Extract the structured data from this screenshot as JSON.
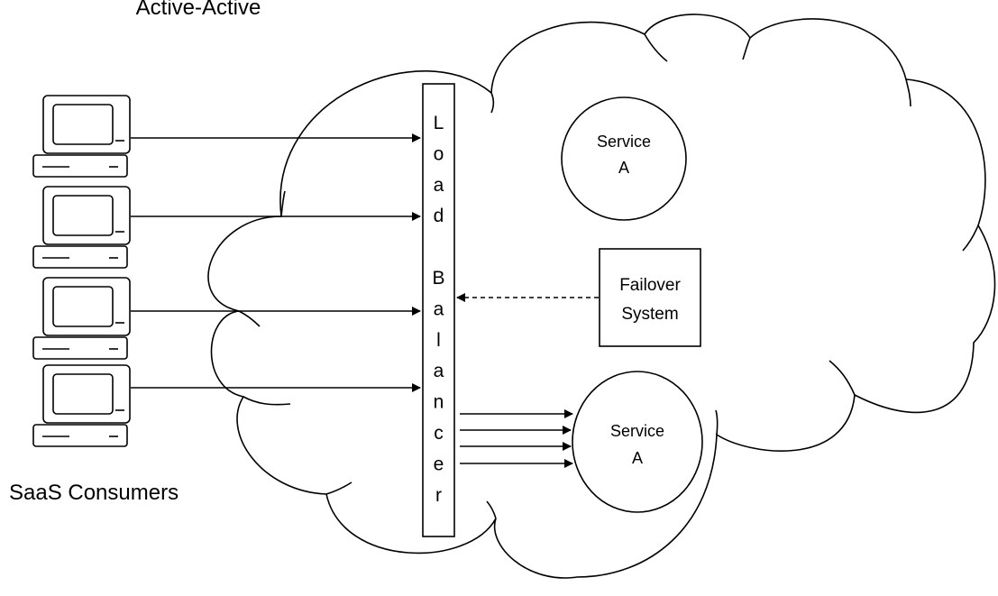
{
  "title": "Active-Active",
  "consumers": {
    "label": "SaaS Consumers",
    "count": 4,
    "icon": "desktop-computer-icon"
  },
  "load_balancer": {
    "letters": [
      "L",
      "o",
      "a",
      "d",
      "",
      "B",
      "a",
      "l",
      "a",
      "n",
      "c",
      "e",
      "r"
    ]
  },
  "services": [
    {
      "line1": "Service",
      "line2": "A"
    },
    {
      "line1": "Service",
      "line2": "A"
    }
  ],
  "failover": {
    "line1": "Failover",
    "line2": "System"
  },
  "cloud_icon": "cloud-shape",
  "colors": {
    "stroke": "#000000",
    "background": "#ffffff"
  }
}
